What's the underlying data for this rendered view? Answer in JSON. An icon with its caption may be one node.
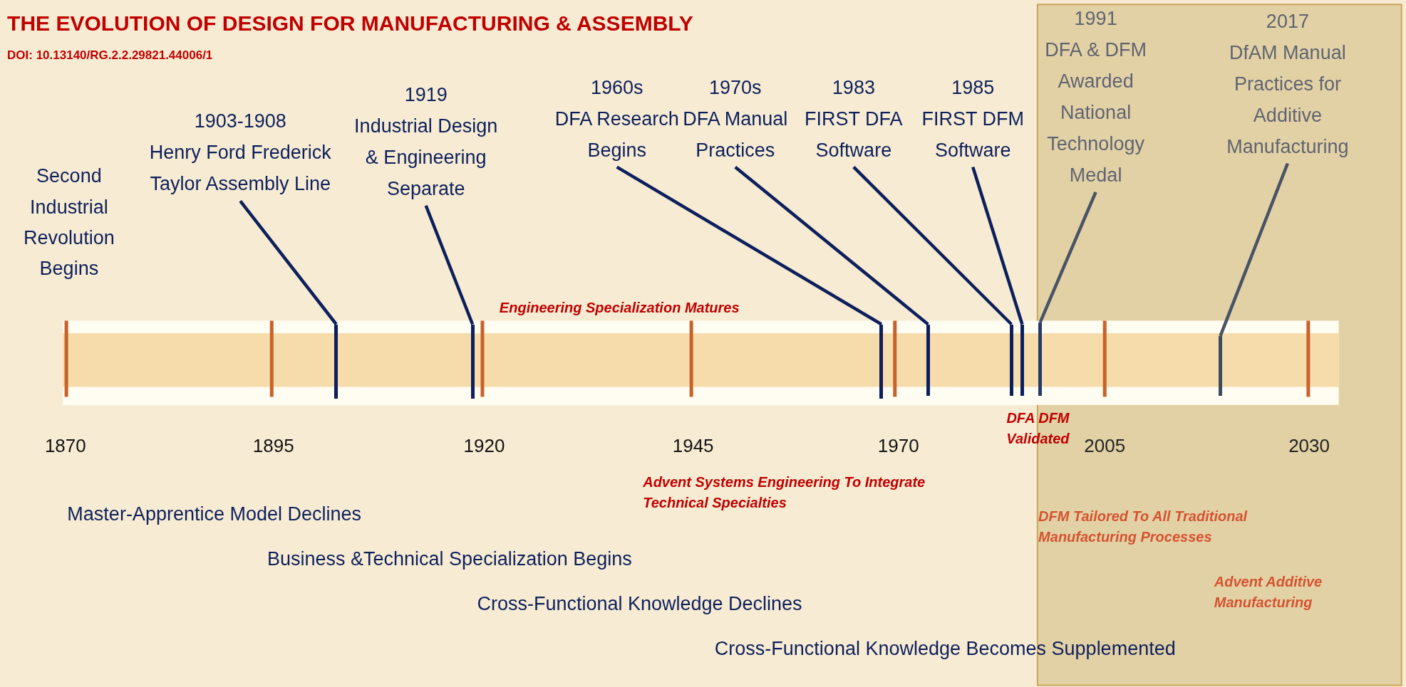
{
  "diagram": {
    "title": "THE EVOLUTION OF DESIGN FOR MANUFACTURING & ASSEMBLY",
    "nodes": [
      {
        "text": [
          "1903-1908",
          "Henry Ford Frederick Taylor Assembly Line"
        ]
      },
      {
        "text": [
          "1919",
          "Industrial Design & Engineering Separate"
        ]
      },
      {
        "text": [
          "1960s",
          "DFA Research Begins"
        ]
      },
      {
        "text": [
          "1970s",
          "DFA Manual Practices"
        ]
      },
      {
        "text": [
          "1983",
          "FIRST DFA Software"
        ]
      },
      {
        "text": [
          "1985",
          "FIRST DFM Software"
        ]
      },
      {
        "text": [
          "1991",
          "DFA & DFM Awarded National Technology Medal"
        ]
      },
      {
        "text": [
          "2017",
          "DfAM Manual Practices for Additive Manufacturing"
        ]
      },
      {
        "text": [],
        "shape": "bar"
      },
      {
        "text": [],
        "shape": "bar"
      },
      {
        "text": [],
        "shape": "bar"
      },
      {
        "text": [],
        "shape": "bar"
      },
      {
        "text": [],
        "shape": "bar"
      },
      {
        "text": [],
        "shape": "bar"
      },
      {
        "text": [],
        "shape": "bar"
      },
      {
        "text": [],
        "shape": "bar"
      }
    ],
    "edges": [
      {
        "from": 0,
        "to": 8,
        "arrow": "none"
      },
      {
        "from": 1,
        "to": 9,
        "arrow": "none"
      },
      {
        "from": 2,
        "to": 10,
        "arrow": "none"
      },
      {
        "from": 3,
        "to": 11,
        "arrow": "none"
      },
      {
        "from": 4,
        "to": 12,
        "arrow": "none"
      },
      {
        "from": 5,
        "to": 13,
        "arrow": "none"
      },
      {
        "from": 6,
        "to": 14,
        "arrow": "none",
        "color": "#4a5366"
      },
      {
        "from": 7,
        "to": 15,
        "arrow": "none",
        "color": "#4a5366"
      }
    ],
    "labels": [
      "DOI: 10.13140/RG.2.2.29821.44006/1",
      "Second Industrial Revolution Begins",
      "Engineering Specialization Matures",
      "DFA DFM Validated",
      "1870",
      "1895",
      "1920",
      "1945",
      "1970",
      "2005",
      "2030",
      "Advent Systems Engineering To Integrate Technical Specialties",
      "Master-Apprentice Model Declines",
      "Business &Technical Specialization Begins",
      "Cross-Functional Knowledge Declines",
      "Cross-Functional Knowledge Becomes Supplemented",
      "DFM Tailored To All Traditional Manufacturing Processes",
      "Advent Additive Manufacturing"
    ]
  }
}
